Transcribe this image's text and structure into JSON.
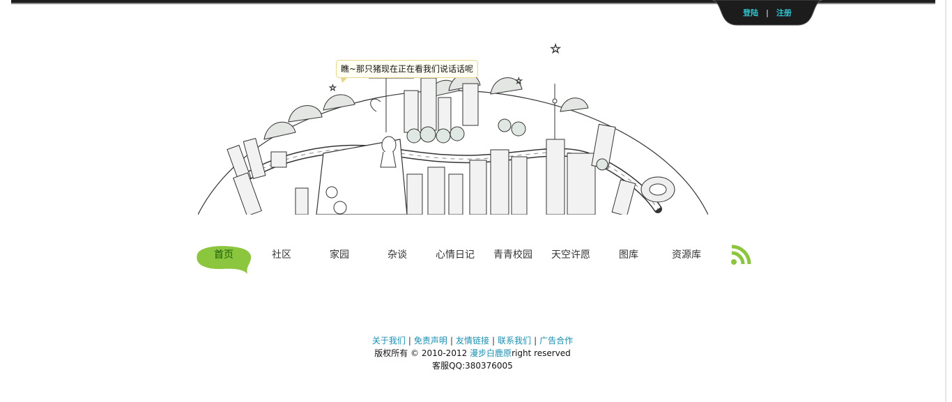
{
  "header": {
    "login_label": "登陆",
    "separator": "|",
    "register_label": "注册"
  },
  "hero": {
    "speech_bubble": "瞧~那只猪现在正在看我们说话话呢",
    "illustration": "hand-drawn-city-on-globe"
  },
  "nav": {
    "items": [
      {
        "label": "首页",
        "active": true
      },
      {
        "label": "社区",
        "active": false
      },
      {
        "label": "家园",
        "active": false
      },
      {
        "label": "杂谈",
        "active": false
      },
      {
        "label": "心情日记",
        "active": false
      },
      {
        "label": "青青校园",
        "active": false
      },
      {
        "label": "天空许愿",
        "active": false
      },
      {
        "label": "图库",
        "active": false
      },
      {
        "label": "资源库",
        "active": false
      }
    ],
    "rss_icon": "rss-icon"
  },
  "footer": {
    "links": [
      "关于我们",
      "免责声明",
      "友情链接",
      "联系我们",
      "广告合作"
    ],
    "link_separator": "|",
    "copyright_prefix": "版权所有 © 2010-2012 ",
    "site_name": "漫步白鹿原",
    "copyright_suffix": "right reserved",
    "support": "客服QQ:380376005"
  },
  "colors": {
    "accent_green": "#8cc63f",
    "link_cyan": "#2ec4cf",
    "footer_link": "#1a8fb0",
    "topbar": "#1e1e1e"
  }
}
